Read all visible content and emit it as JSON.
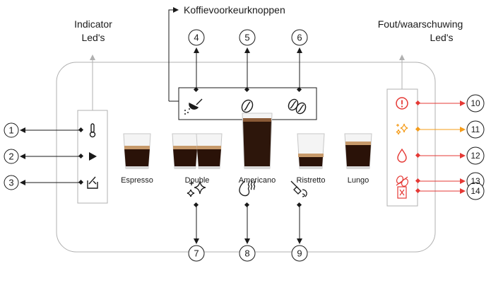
{
  "labels": {
    "indicator_line1": "Indicator",
    "indicator_line2": "Led's",
    "preference": "Koffievoorkeurknoppen",
    "error_line1": "Fout/waarschuwing",
    "error_line2": "Led's"
  },
  "beverages": [
    "Espresso",
    "Double",
    "Americano",
    "Ristretto",
    "Lungo"
  ],
  "callouts": {
    "left": [
      "1",
      "2",
      "3"
    ],
    "top": [
      "4",
      "5",
      "6"
    ],
    "bottom": [
      "7",
      "8",
      "9"
    ],
    "right": [
      "10",
      "11",
      "12",
      "13",
      "14"
    ]
  },
  "colors": {
    "line": "#1a1a1a",
    "grey": "#b0b0b0",
    "error_red": "#e53935",
    "warning_orange": "#f59c1a"
  },
  "icons": {
    "indicator": [
      "thermometer-icon",
      "play-icon",
      "descale-icon"
    ],
    "preference": [
      "coffee-scoop-icon",
      "single-bean-icon",
      "double-bean-icon"
    ],
    "bottom": [
      "sparkle-icon",
      "steam-icon",
      "milk-nozzle-icon"
    ],
    "error": [
      "alert-circle-icon",
      "sparkle-icon",
      "water-drop-icon",
      "bean-crossed-icon",
      "drip-tray-icon"
    ]
  }
}
